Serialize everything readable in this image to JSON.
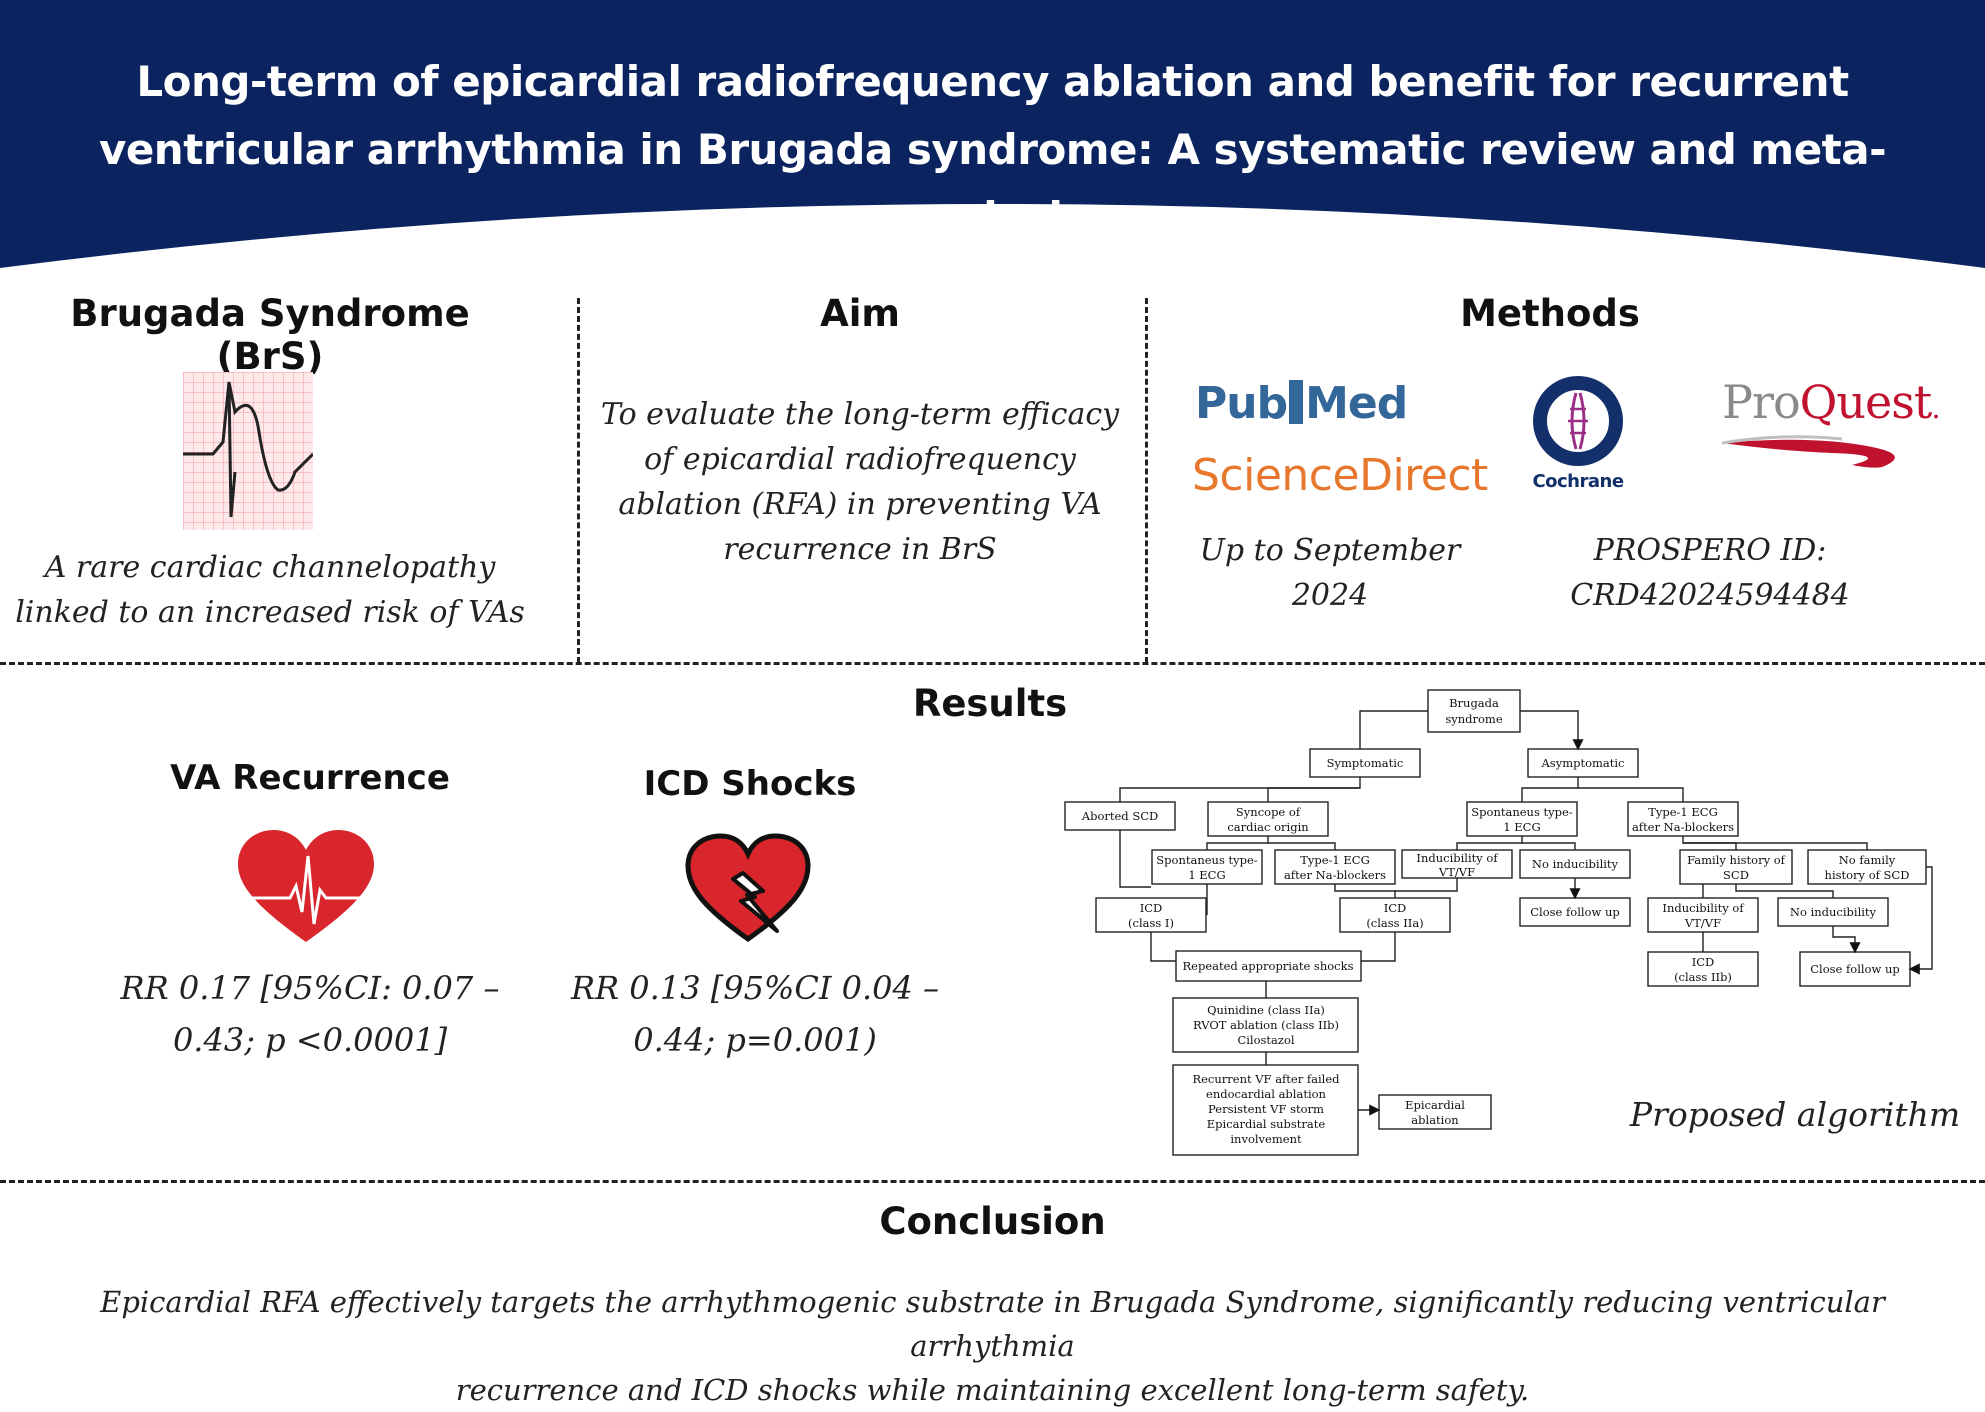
{
  "header": {
    "title_line1": "Long-term of epicardial radiofrequency ablation and benefit for recurrent",
    "title_line2": "ventricular arrhythmia in Brugada syndrome: A systematic review and meta-analysis",
    "bg_color": "#0b2460"
  },
  "brs": {
    "heading": "Brugada Syndrome (BrS)",
    "desc_line1": "A rare cardiac channelopathy",
    "desc_line2": "linked to an increased risk of VAs"
  },
  "aim": {
    "heading": "Aim",
    "line1": "To evaluate the long-term efficacy",
    "line2": "of epicardial radiofrequency",
    "line3": "ablation (RFA) in preventing VA",
    "line4": "recurrence in BrS"
  },
  "methods": {
    "heading": "Methods",
    "logos": {
      "pubmed_left": "Pub",
      "pubmed_right": "Med",
      "sciencedirect": "ScienceDirect",
      "cochrane": "Cochrane",
      "proquest_a": "Pro",
      "proquest_b": "Quest",
      "proquest_mark": "."
    },
    "date_line1": "Up to September",
    "date_line2": "2024",
    "prospero_line1": "PROSPERO ID:",
    "prospero_line2": "CRD42024594484"
  },
  "results": {
    "heading": "Results",
    "va": {
      "heading": "VA Recurrence",
      "line1": "RR 0.17 [95%CI: 0.07 –",
      "line2": "0.43; p <0.0001]",
      "icon": "heart-ecg-icon"
    },
    "icd": {
      "heading": "ICD Shocks",
      "line1": "RR 0.13 [95%CI 0.04 –",
      "line2": "0.44; p=0.001)",
      "icon": "heart-lightning-icon"
    },
    "algorithm_caption": "Proposed algorithm",
    "flowchart": {
      "brugada": [
        "Brugada",
        "syndrome"
      ],
      "symptomatic": "Symptomatic",
      "asymptomatic": "Asymptomatic",
      "aborted_scd": "Aborted SCD",
      "syncope": [
        "Syncope of",
        "cardiac origin"
      ],
      "spont_type1_left": [
        "Spontaneus type-",
        "1 ECG"
      ],
      "type1_na_left": [
        "Type-1 ECG",
        "after Na-blockers"
      ],
      "spont_type1_right": [
        "Spontaneus type-",
        "1 ECG"
      ],
      "type1_na_right": [
        "Type-1 ECG",
        "after Na-blockers"
      ],
      "inducibility_1": [
        "Inducibility of",
        "VT/VF"
      ],
      "no_inducibility_1": "No inducibility",
      "family_history": [
        "Family history of",
        "SCD"
      ],
      "no_family_history": [
        "No family",
        "history of SCD"
      ],
      "icd_class1": [
        "ICD",
        "(class I)"
      ],
      "icd_class2a": [
        "ICD",
        "(class IIa)"
      ],
      "close_follow_1": "Close follow up",
      "inducibility_2": [
        "Inducibility of",
        "VT/VF"
      ],
      "no_inducibility_2": "No inducibility",
      "icd_class2b": [
        "ICD",
        "(class IIb)"
      ],
      "close_follow_2": "Close follow up",
      "repeated_shocks": "Repeated appropriate shocks",
      "quinidine": [
        "Quinidine (class IIa)",
        "RVOT ablation (class IIb)",
        "Cilostazol"
      ],
      "recurrent_vf": [
        "Recurrent VF after failed",
        "endocardial ablation",
        "Persistent VF storm",
        "Epicardial substrate",
        "involvement"
      ],
      "epicardial_ablation": [
        "Epicardial",
        "ablation"
      ]
    }
  },
  "conclusion": {
    "heading": "Conclusion",
    "line1": "Epicardial RFA effectively targets the arrhythmogenic substrate in Brugada Syndrome, significantly reducing ventricular arrhythmia",
    "line2": "recurrence and ICD shocks while maintaining excellent long-term safety."
  }
}
